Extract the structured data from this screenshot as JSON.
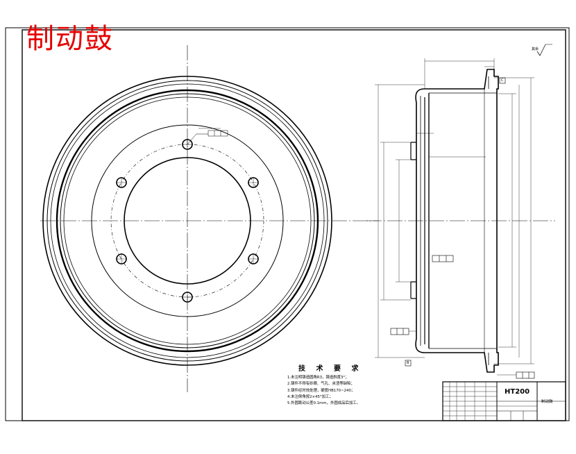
{
  "stamp_title": "制动鼓",
  "requirements": {
    "title": "技 术 要 求",
    "items": [
      "1.未注明铸造圆角R3，铸造斜度3°；",
      "2.铸件不得有砂眼、气孔、夹渣等缺陷；",
      "3.铸件经时效处理，硬度HB170~240；",
      "4.未注倒角按2×45°加工；",
      "5.外圆跳动公差0.1mm，外圆成品后加工。"
    ]
  },
  "title_block": {
    "material": "HT200",
    "part_name": "制动鼓"
  },
  "annotations": {
    "roughness_note": "其余",
    "datum_labels": [
      "B",
      "C"
    ]
  }
}
